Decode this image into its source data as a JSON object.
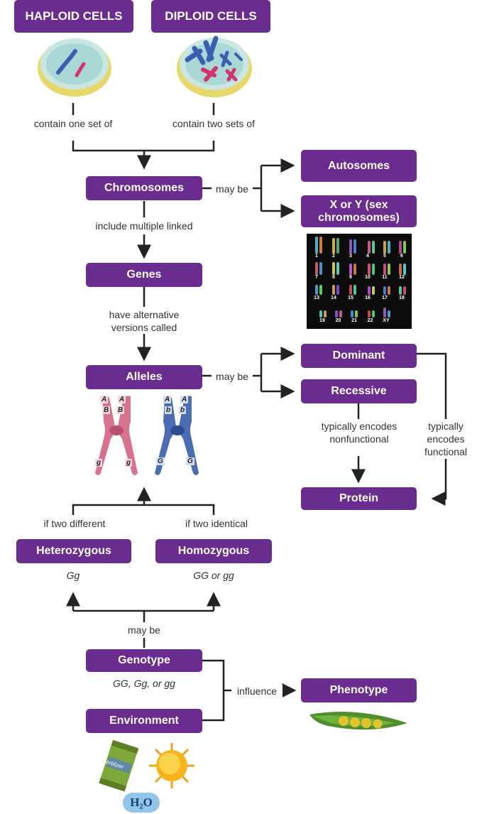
{
  "boxes": {
    "haploid": "HAPLOID CELLS",
    "diploid": "DIPLOID CELLS",
    "chromosomes": "Chromosomes",
    "autosomes": "Autosomes",
    "sex_chromosomes": "X or Y (sex chromosomes)",
    "genes": "Genes",
    "alleles": "Alleles",
    "dominant": "Dominant",
    "recessive": "Recessive",
    "protein": "Protein",
    "heterozygous": "Heterozygous",
    "homozygous": "Homozygous",
    "genotype": "Genotype",
    "environment": "Environment",
    "phenotype": "Phenotype"
  },
  "labels": {
    "contain_one": "contain one set of",
    "contain_two": "contain two sets of",
    "may_be_1": "may be",
    "include_multiple": "include multiple linked",
    "have_alternative": "have alternative versions called",
    "may_be_2": "may be",
    "typically_nonfunctional": "typically encodes nonfunctional",
    "typically_functional": "typically encodes functional",
    "if_two_different": "if two different",
    "if_two_identical": "if two identical",
    "hetero_example": "Gg",
    "homo_example": "GG or gg",
    "may_be_3": "may be",
    "genotype_examples": "GG, Gg, or gg",
    "influence": "influence"
  },
  "karyotype": {
    "row1": [
      "1",
      "2",
      "3",
      "4",
      "5",
      "6"
    ],
    "row2": [
      "7",
      "8",
      "9",
      "10",
      "11",
      "12"
    ],
    "row3": [
      "13",
      "14",
      "15",
      "16",
      "17",
      "18"
    ],
    "row4": [
      "19",
      "20",
      "21",
      "22",
      "XY"
    ]
  },
  "chromosome_labels": {
    "pink_top": [
      "A",
      "A",
      "B",
      "B"
    ],
    "pink_bottom": [
      "g",
      "g"
    ],
    "blue_top": [
      "A",
      "A",
      "b",
      "b"
    ],
    "blue_bottom": [
      "G",
      "G"
    ]
  },
  "fertilizer_text": "Fertilizer",
  "water_text": "H₂O",
  "colors": {
    "box": "#6a2c8e",
    "line": "#222222"
  }
}
